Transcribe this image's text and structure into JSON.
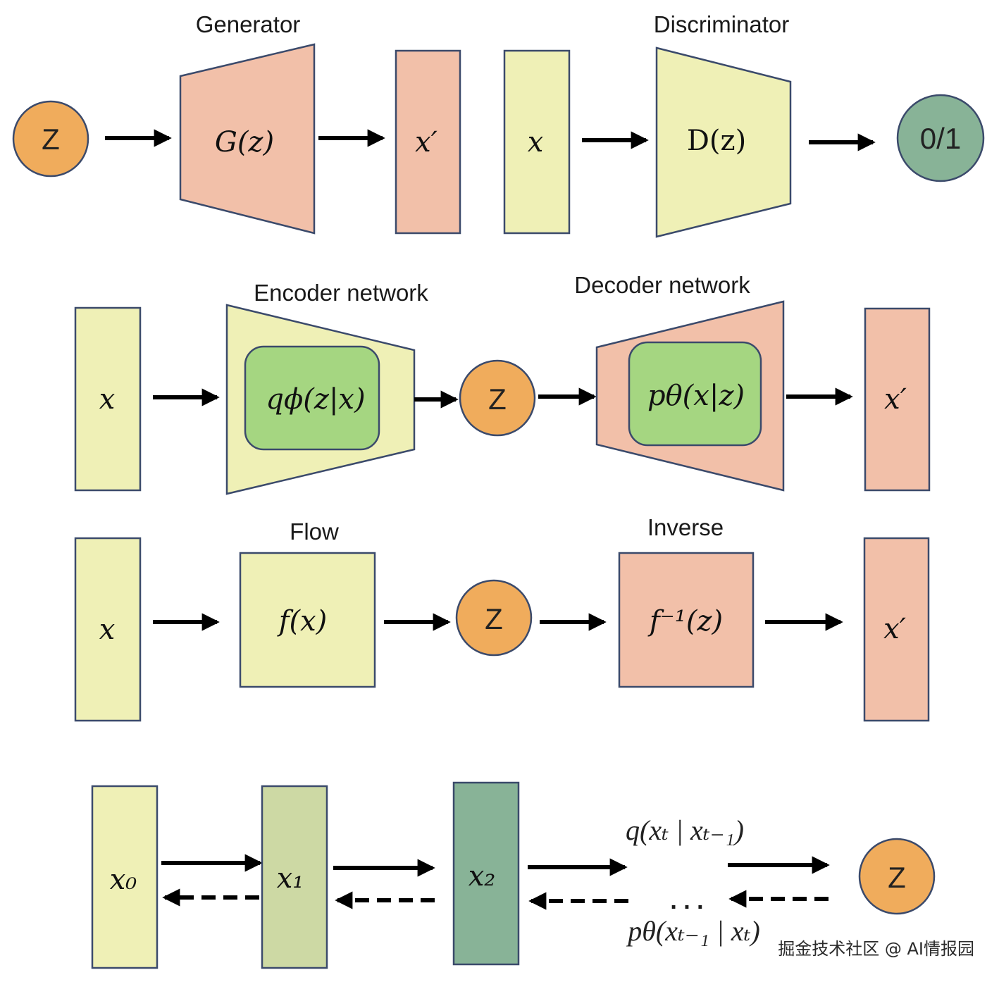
{
  "gan": {
    "generator_title": "Generator",
    "discriminator_title": "Discriminator",
    "z": "Z",
    "generator_fn": "G(z)",
    "fake_sample": "x′",
    "real_sample": "x",
    "discriminator_fn": "D(z)",
    "output": "0/1"
  },
  "vae": {
    "encoder_title": "Encoder network",
    "decoder_title": "Decoder network",
    "input": "x",
    "encoder_fn": "qϕ(z|x)",
    "z": "Z",
    "decoder_fn": "pθ(x|z)",
    "output": "x′"
  },
  "flow": {
    "flow_title": "Flow",
    "inverse_title": "Inverse",
    "input": "x",
    "flow_fn": "f(x)",
    "z": "Z",
    "inverse_fn": "f⁻¹(z)",
    "output": "x′"
  },
  "diffusion": {
    "x0": "x₀",
    "x1": "x₁",
    "x2": "x₂",
    "forward_eq": "q(xₜ | xₜ₋₁)",
    "reverse_eq": "pθ(xₜ₋₁ | xₜ)",
    "dots": ". . .",
    "z": "Z"
  },
  "watermark": "掘金技术社区 @ AI情报园",
  "colors": {
    "z_orange": "#f0ac5c",
    "pink": "#f2c0a9",
    "yellow": "#eff0b6",
    "green_inner": "#a5d681",
    "sage": "#cdd9a4",
    "teal": "#88b397",
    "outline": "#3b4a6b"
  }
}
